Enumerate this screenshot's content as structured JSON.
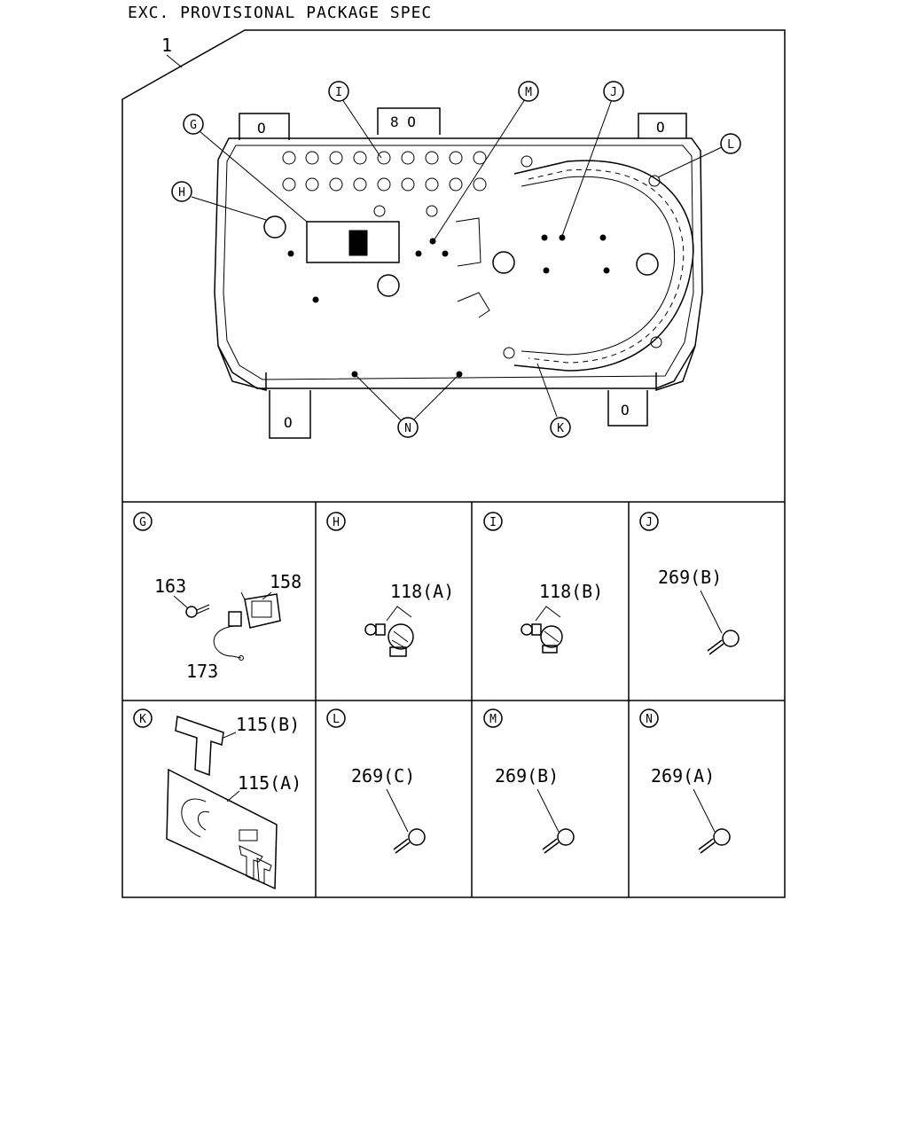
{
  "header": {
    "title": "EXC. PROVISIONAL PACKAGE SPEC"
  },
  "main_part": {
    "number": "1"
  },
  "callouts": [
    "G",
    "H",
    "I",
    "J",
    "K",
    "L",
    "M",
    "N"
  ],
  "housing": {
    "tab_mark": "O",
    "top_tab_mark": "8 O"
  },
  "details": {
    "G": {
      "letter": "G",
      "parts": [
        "163",
        "158",
        "173"
      ]
    },
    "H": {
      "letter": "H",
      "parts": [
        "118(A)"
      ]
    },
    "I": {
      "letter": "I",
      "parts": [
        "118(B)"
      ]
    },
    "J": {
      "letter": "J",
      "parts": [
        "269(B)"
      ]
    },
    "K": {
      "letter": "K",
      "parts": [
        "115(B)",
        "115(A)"
      ]
    },
    "L": {
      "letter": "L",
      "parts": [
        "269(C)"
      ]
    },
    "M": {
      "letter": "M",
      "parts": [
        "269(B)"
      ]
    },
    "N": {
      "letter": "N",
      "parts": [
        "269(A)"
      ]
    }
  }
}
